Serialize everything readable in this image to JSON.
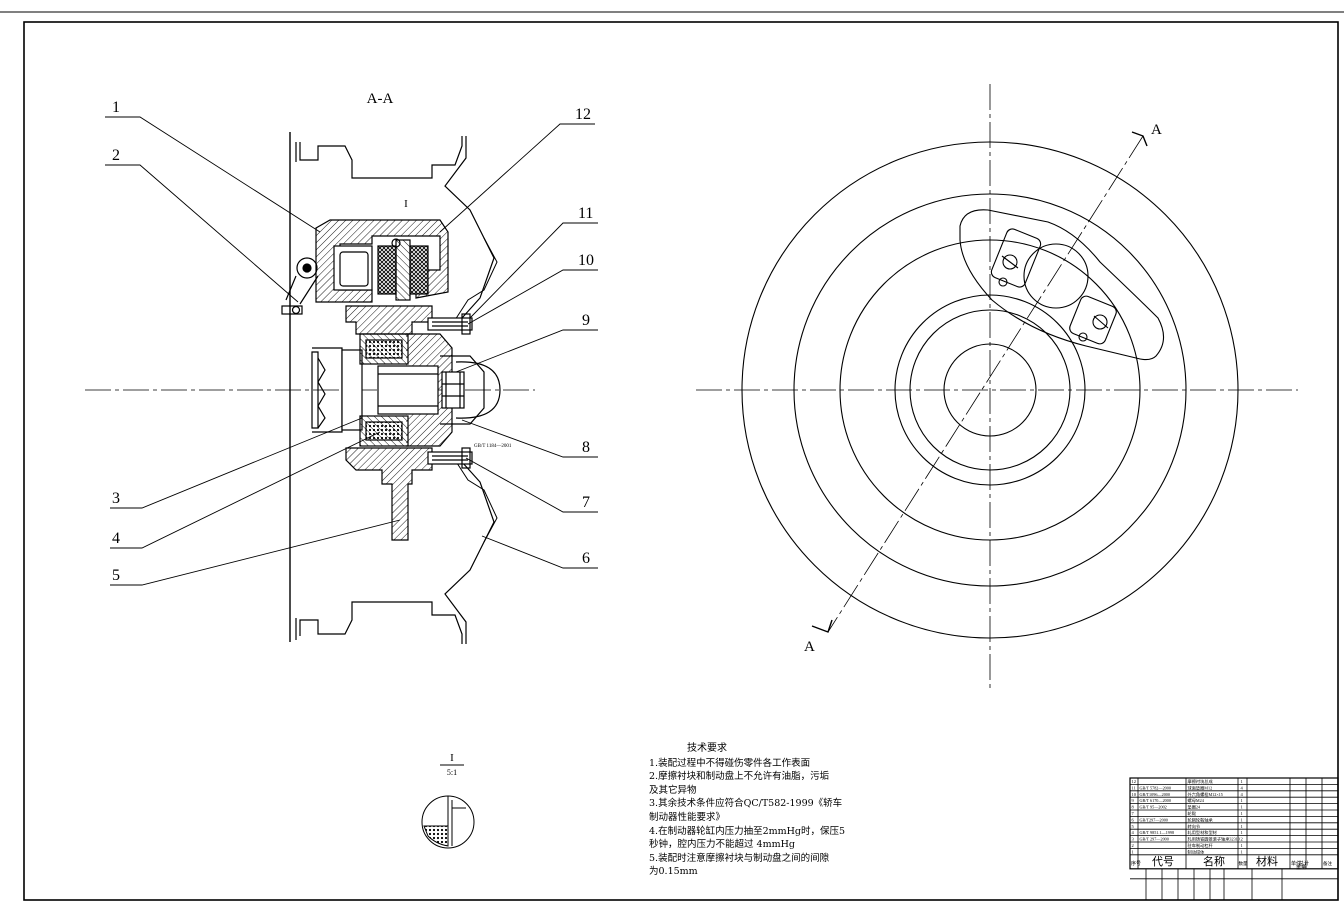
{
  "section_title": "A-A",
  "section_letter": "A",
  "detail_marker": "I",
  "detail_scale": "5:1",
  "gb_note": "GB/T 1184—2001",
  "balloons": [
    "1",
    "2",
    "3",
    "4",
    "5",
    "6",
    "7",
    "8",
    "9",
    "10",
    "11",
    "12"
  ],
  "tech": {
    "heading": "技术要求",
    "lines": [
      "1.装配过程中不得碰伤零件各工作表面",
      "2.摩擦衬块和制动盘上不允许有油脂，污垢",
      "及其它异物",
      "3.其余技术条件应符合QC/T582-1999《轿车",
      "制动器性能要求》",
      "4.在制动器轮缸内压力抽至2mmHg时，保压5",
      "秒钟，腔内压力不能超过  4mmHg",
      "5.装配时注意摩擦衬块与制动盘之间的间隙",
      "为0.15mm"
    ]
  },
  "title_block": {
    "headers": {
      "seq": "序号",
      "code": "代号",
      "name": "名称",
      "qty": "数量",
      "material": "材料",
      "unit_weight": "单件",
      "total_weight": "总计",
      "weight": "重量",
      "remark": "备注"
    },
    "rows": [
      {
        "no": "12",
        "code": "",
        "name": "摩擦衬块总成",
        "qty": "1"
      },
      {
        "no": "11",
        "code": "GB/T 5782—2000",
        "name": "球面垫圈M12",
        "qty": "4"
      },
      {
        "no": "10",
        "code": "GB/T1096—2000",
        "name": "外六角螺栓M12×15",
        "qty": "4"
      },
      {
        "no": "9",
        "code": "GB/T 6170—2000",
        "name": "螺母M24",
        "qty": "1"
      },
      {
        "no": "8",
        "code": "GB/T 95—2002",
        "name": "垫圈24",
        "qty": "1"
      },
      {
        "no": "7",
        "code": "",
        "name": "轮毂",
        "qty": "1"
      },
      {
        "no": "6",
        "code": "GB/T297—2000",
        "name": "轮辋轮毂轴承",
        "qty": "1"
      },
      {
        "no": "5",
        "code": "",
        "name": "转向节",
        "qty": "1"
      },
      {
        "no": "4",
        "code": "GB/T 9851.1—1998",
        "name": "轧用型材和型材",
        "qty": "1"
      },
      {
        "no": "3",
        "code": "GB/T 297—2000",
        "name": "轧用铸铁圆锥滚子轴承32310",
        "qty": "2"
      },
      {
        "no": "2",
        "code": "",
        "name": "驻车制动杠杆",
        "qty": "1"
      },
      {
        "no": "1",
        "code": "",
        "name": "制动钳体",
        "qty": "1"
      }
    ]
  }
}
